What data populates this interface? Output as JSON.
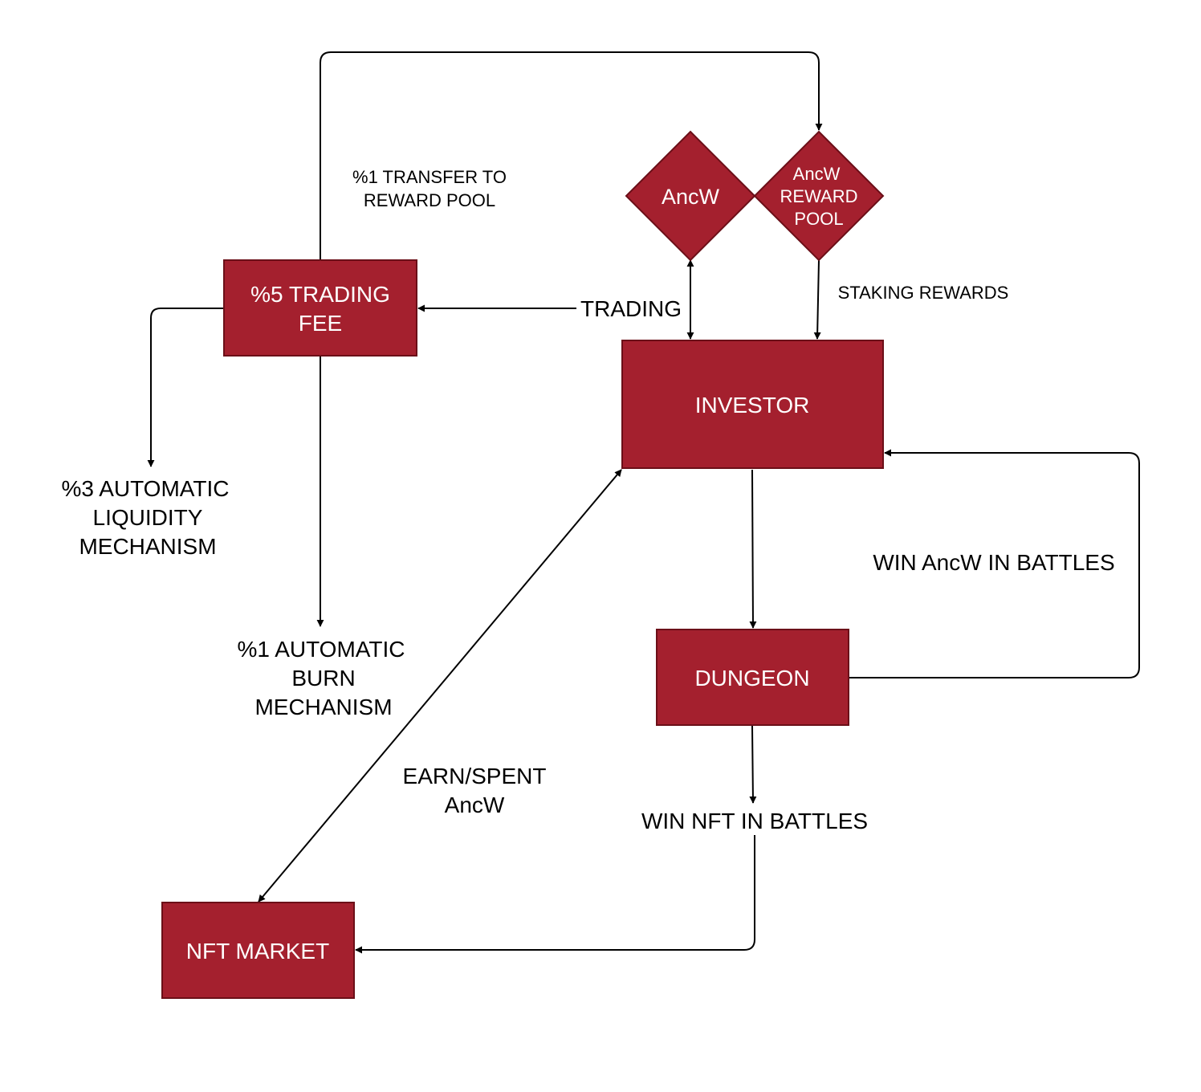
{
  "colors": {
    "node_fill": "#a4202e",
    "node_stroke": "#6b0f18",
    "node_text": "#ffffff",
    "edge": "#000000",
    "label": "#000000",
    "background": "#ffffff"
  },
  "nodes": {
    "trading_fee": {
      "line1": "%5 TRADING",
      "line2": "FEE"
    },
    "ancw": {
      "label": "AncW"
    },
    "reward_pool": {
      "line1": "AncW",
      "line2": "REWARD",
      "line3": "POOL"
    },
    "investor": {
      "label": "INVESTOR"
    },
    "dungeon": {
      "label": "DUNGEON"
    },
    "nft_market": {
      "label": "NFT MARKET"
    }
  },
  "labels": {
    "transfer_reward": {
      "line1": "%1 TRANSFER TO",
      "line2": "REWARD POOL"
    },
    "trading": "TRADING",
    "staking_rewards": "STAKING REWARDS",
    "liquidity": {
      "line1": "%3 AUTOMATIC",
      "line2": "LIQUIDITY",
      "line3": "MECHANISM"
    },
    "burn": {
      "line1": "%1 AUTOMATIC",
      "line2": "BURN",
      "line3": "MECHANISM"
    },
    "win_ancw": "WIN AncW IN BATTLES",
    "earn_spent": {
      "line1": "EARN/SPENT",
      "line2": "AncW"
    },
    "win_nft": "WIN NFT IN BATTLES"
  }
}
